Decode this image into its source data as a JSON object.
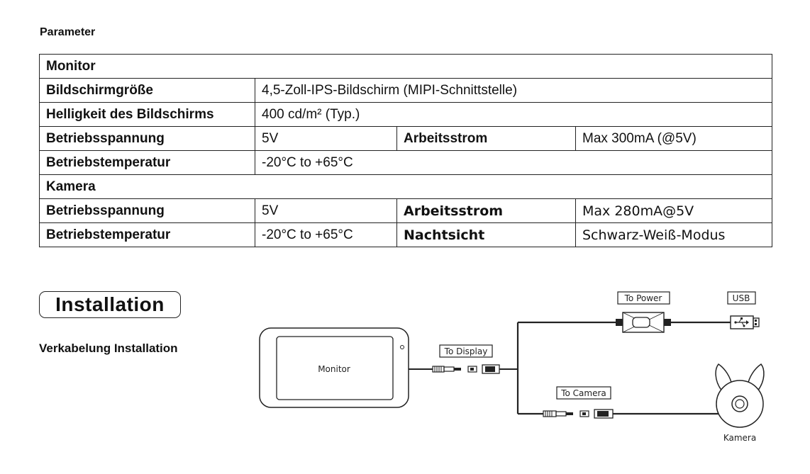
{
  "heading": "Parameter",
  "table": {
    "monitor_title": "Monitor",
    "screen_size": {
      "label": "Bildschirmgröße",
      "value": "4,5-Zoll-IPS-Bildschirm (MIPI-Schnittstelle)"
    },
    "brightness": {
      "label": "Helligkeit des Bildschirms",
      "value": "400 cd/m² (Typ.)"
    },
    "monitor_voltage": {
      "label": "Betriebsspannung",
      "value": "5V",
      "label2": "Arbeitsstrom",
      "value2": "Max 300mA (@5V)"
    },
    "monitor_temp": {
      "label": "Betriebstemperatur",
      "value": "-20°C to +65°C"
    },
    "camera_title": "Kamera",
    "camera_voltage": {
      "label": "Betriebsspannung",
      "value": "5V",
      "label2": "Arbeitsstrom",
      "value2": "Max 280mA@5V"
    },
    "camera_temp": {
      "label": "Betriebstemperatur",
      "value": "-20°C to +65°C",
      "label2": "Nachtsicht",
      "value2": "Schwarz-Weiß-Modus"
    }
  },
  "installation": {
    "title": "Installation",
    "subtitle": "Verkabelung Installation"
  },
  "diagram": {
    "monitor_label": "Monitor",
    "to_display": "To Display",
    "to_power": "To Power",
    "usb": "USB",
    "to_camera": "To Camera",
    "camera_label": "Kamera"
  }
}
